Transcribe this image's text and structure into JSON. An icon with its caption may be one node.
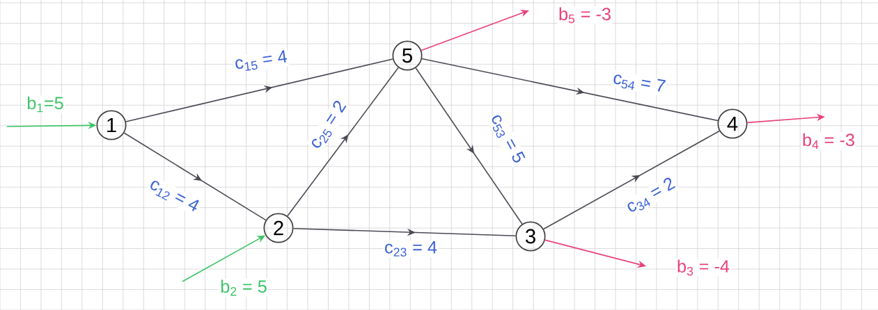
{
  "diagram": {
    "nodes": [
      {
        "text": [
          "1"
        ]
      },
      {
        "text": [
          "2"
        ]
      },
      {
        "text": [
          "3"
        ]
      },
      {
        "text": [
          "4"
        ]
      },
      {
        "text": [
          "5"
        ]
      }
    ],
    "edges": [
      {
        "from": null,
        "to": 0,
        "arrow": "to",
        "label": "b$_{1}$=5",
        "color": "#3cc466"
      },
      {
        "from": 0,
        "to": 4,
        "arrow": "to",
        "label": "c$_{15}$ = 4"
      },
      {
        "from": 0,
        "to": 1,
        "arrow": "to",
        "label": "c$_{12}$ = 4"
      },
      {
        "from": null,
        "to": 1,
        "arrow": "to",
        "label": "b$_{2}$ = 5",
        "color": "#3cc466"
      },
      {
        "from": 1,
        "to": 4,
        "arrow": "to",
        "label": "c$_{25}$ = 2"
      },
      {
        "from": 1,
        "to": 2,
        "arrow": "to",
        "label": "c$_{23}$ = 4"
      },
      {
        "from": 4,
        "to": 2,
        "arrow": "to",
        "label": "c$_{53}$ = 5"
      },
      {
        "from": 4,
        "to": 3,
        "arrow": "to",
        "label": "c$_{54}$ = 7"
      },
      {
        "from": 2,
        "to": 3,
        "arrow": "to",
        "label": "c$_{34}$ = 2"
      },
      {
        "from": 4,
        "to": null,
        "arrow": "to",
        "label": "b$_{5}$ = -3",
        "color": "#e8417a"
      },
      {
        "from": 3,
        "to": null,
        "arrow": "to",
        "label": "b$_{4}$ = -3",
        "color": "#e8417a"
      },
      {
        "from": 2,
        "to": null,
        "arrow": "to",
        "label": "b$_{3}$ = -4",
        "color": "#e8417a"
      }
    ]
  }
}
